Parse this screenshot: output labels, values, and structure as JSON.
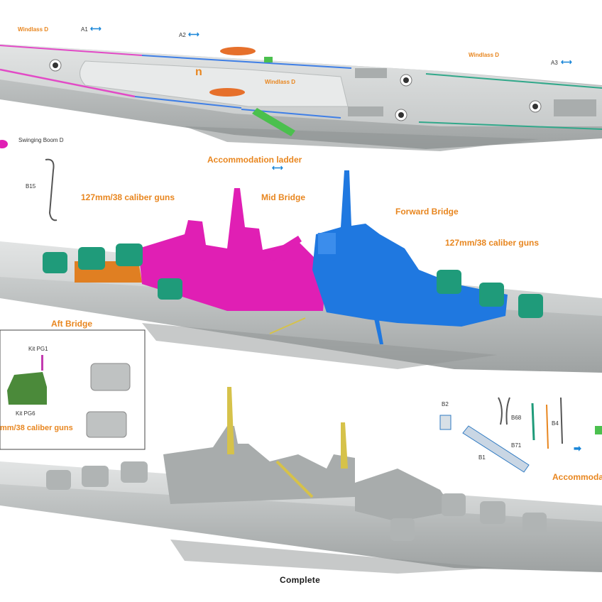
{
  "labels": {
    "windlass_d_left": "Windlass D",
    "windlass_d_mid": "Windlass D",
    "windlass_d_right": "Windlass D",
    "a1": "A1",
    "a2": "A2",
    "a3": "A3",
    "n_mark": "n",
    "swinging_boom": "Swinging Boom D",
    "b15": "B15",
    "accommodation_ladder": "Accommodation ladder",
    "guns_left": "127mm/38 caliber guns",
    "mid_bridge": "Mid Bridge",
    "forward_bridge": "Forward Bridge",
    "guns_right": "127mm/38 caliber guns",
    "aft_bridge": "Aft Bridge",
    "kit_pg1": "Kit PG1",
    "kit_pg6": "Kit PG6",
    "guns_inset": "mm/38 caliber guns",
    "b2": "B2",
    "b68": "B68",
    "b4": "B4",
    "b71": "B71",
    "b1": "B1",
    "accommodation_right": "Accommoda",
    "complete": "Complete"
  },
  "colors": {
    "hull": "#b9bcbc",
    "deck": "#d6d8d8",
    "aft_bridge": "#e07f22",
    "mid_bridge": "#e01fb4",
    "forward_bridge": "#1f78e0",
    "gun_turret": "#1f9b7a",
    "label_orange": "#e8861f",
    "arrow_blue": "#1a86d8",
    "kit_green": "#4b8a3a"
  },
  "icons": [
    "double-arrow-icon",
    "right-arrow-icon"
  ]
}
